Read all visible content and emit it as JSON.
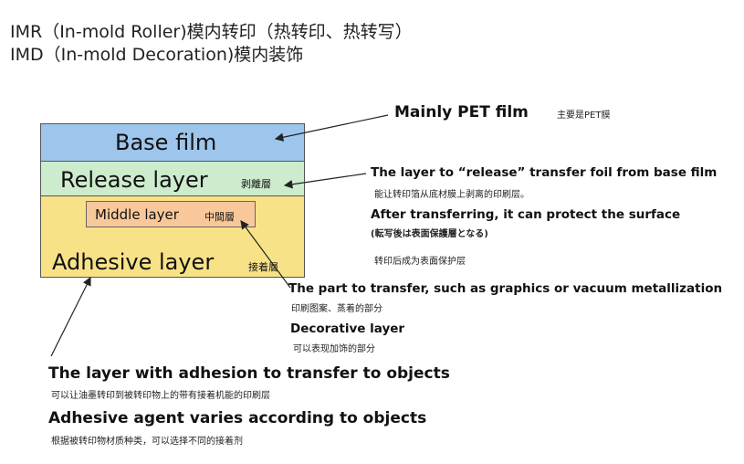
{
  "titles": {
    "imr": "IMR（In-mold Roller)模内转印（热转印、热转写）",
    "imd": "IMD（In-mold Decoration)模内装饰"
  },
  "layers": {
    "base": "Base film",
    "release": "Release layer",
    "release_cjk": "剥離層",
    "middle": "Middle layer",
    "middle_cjk": "中間層",
    "adhesive": "Adhesive layer",
    "adhesive_cjk": "接着層"
  },
  "annotations": {
    "pet_en": "Mainly PET film",
    "pet_cn": "主要是PET膜",
    "release_en": "The layer to “release” transfer foil from base film",
    "release_cn": "能让转印箔从底材膜上剥离的印刷层。",
    "protect_en": "After transferring, it can protect the surface",
    "protect_jp": "(転写後は表面保護層となる)",
    "protect_cn": "转印后成为表面保护层",
    "graphics_en": "The part to transfer, such as graphics or vacuum metallization",
    "graphics_cn": "印刷图案、蒸着的部分",
    "decorative_en": "Decorative layer",
    "decorative_cn": "可以表现加饰的部分",
    "adhesion_en": "The layer with adhesion to transfer to objects",
    "adhesion_cn": "可以让油墨转印到被转印物上的带有接着机能的印刷层",
    "agent_en": "Adhesive agent varies according to objects",
    "agent_cn": "根据被转印物材质种类，可以选择不同的接着剂"
  },
  "colors": {
    "base": "#9ec5eb",
    "release": "#cdeccd",
    "middle": "#f9c89a",
    "adhesive": "#f8e287"
  }
}
